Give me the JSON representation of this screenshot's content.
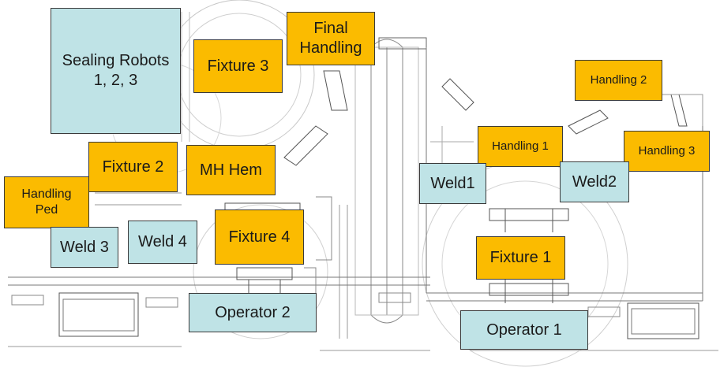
{
  "stations": {
    "sealing_robots": "Sealing Robots\n1, 2, 3",
    "fixture_3": "Fixture 3",
    "final_handling": "Final\nHandling",
    "fixture_2": "Fixture 2",
    "mh_hem": "MH Hem",
    "handling_ped": "Handling\nPed",
    "weld_3": "Weld 3",
    "weld_4": "Weld 4",
    "fixture_4": "Fixture 4",
    "operator_2": "Operator 2",
    "handling_2": "Handling 2",
    "handling_1": "Handling 1",
    "handling_3": "Handling 3",
    "weld_1": "Weld1",
    "weld_2": "Weld2",
    "fixture_1": "Fixture 1",
    "operator_1": "Operator 1"
  },
  "colors": {
    "cell_fill": "#bfe3e6",
    "fixture_fill": "#fbbb00",
    "drawing_line": "#9a9a9a"
  }
}
